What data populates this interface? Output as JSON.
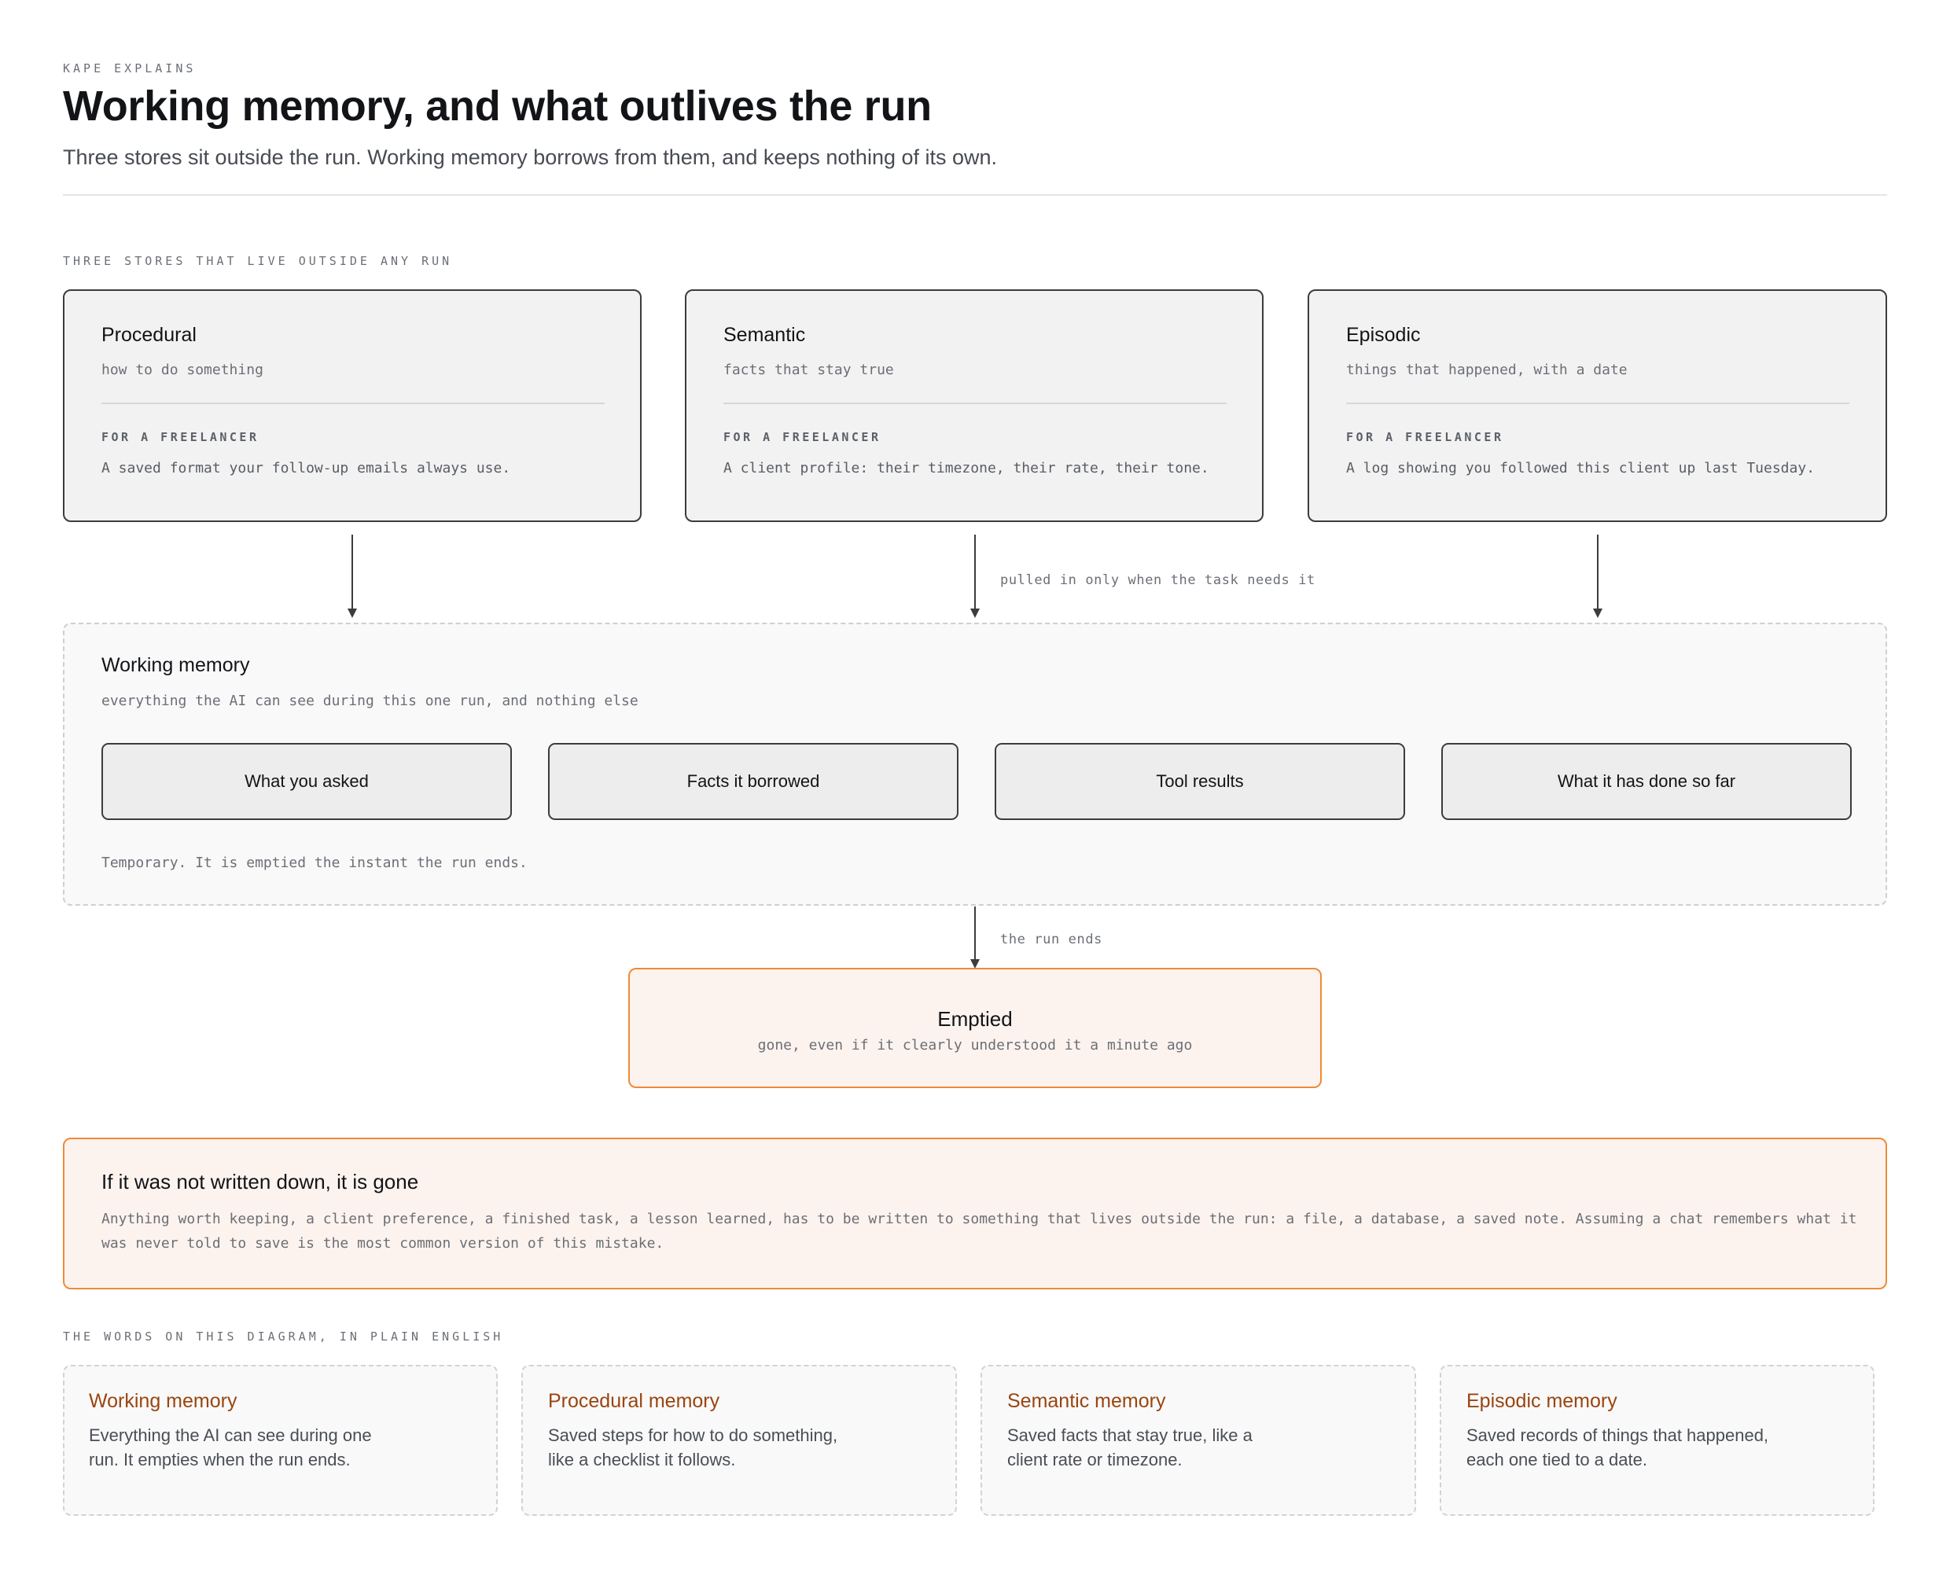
{
  "header": {
    "kicker": "KAPE EXPLAINS",
    "title": "Working memory, and what outlives the run",
    "subtitle": "Three stores sit outside the run. Working memory borrows from them, and keeps nothing of its own."
  },
  "stores": {
    "section_label": "THREE STORES THAT LIVE OUTSIDE ANY RUN",
    "items": [
      {
        "name": "Procedural",
        "tagline": "how to do something",
        "example_label": "FOR A FREELANCER",
        "example": "A saved format your follow-up emails always use."
      },
      {
        "name": "Semantic",
        "tagline": "facts that stay true",
        "example_label": "FOR A FREELANCER",
        "example": "A client profile: their timezone, their rate, their tone."
      },
      {
        "name": "Episodic",
        "tagline": "things that happened, with a date",
        "example_label": "FOR A FREELANCER",
        "example": "A log showing you followed this client up last Tuesday."
      }
    ]
  },
  "flow": {
    "pull_label": "pulled in only when the task needs it",
    "end_label": "the run ends"
  },
  "working_memory": {
    "name": "Working memory",
    "tagline": "everything the AI can see during this one run, and nothing else",
    "chips": [
      "What you asked",
      "Facts it borrowed",
      "Tool results",
      "What it has done so far"
    ],
    "footer": "Temporary. It is emptied the instant the run ends."
  },
  "emptied": {
    "name": "Emptied",
    "subtitle": "gone, even if it clearly understood it a minute ago"
  },
  "warning": {
    "title": "If it was not written down, it is gone",
    "body": "Anything worth keeping, a client preference, a finished task, a lesson learned, has to be written to something that lives outside the run: a file, a database, a saved note. Assuming a chat remembers what it was never told to save is the most common version of this mistake."
  },
  "glossary": {
    "section_label": "THE WORDS ON THIS DIAGRAM, IN PLAIN ENGLISH",
    "items": [
      {
        "term": "Working memory",
        "definition": "Everything the AI can see during one run. It empties when the run ends."
      },
      {
        "term": "Procedural memory",
        "definition": "Saved steps for how to do something, like a checklist it follows."
      },
      {
        "term": "Semantic memory",
        "definition": "Saved facts that stay true, like a client rate or timezone."
      },
      {
        "term": "Episodic memory",
        "definition": "Saved records of things that happened, each one tied to a date."
      }
    ]
  },
  "colors": {
    "accent_orange": "#ef8a38",
    "term_brown": "#9a4510",
    "store_fill": "#f2f2f2",
    "emptied_fill": "#fdf3ee"
  }
}
